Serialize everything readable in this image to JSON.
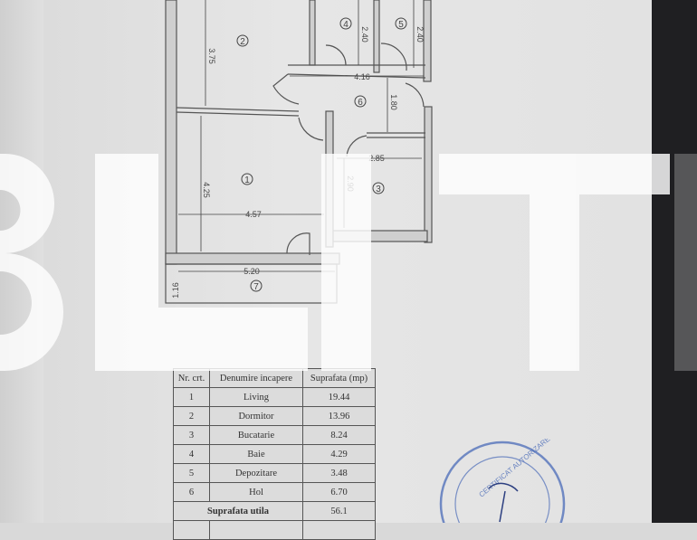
{
  "floor_plan": {
    "room_markers": [
      "1",
      "2",
      "3",
      "4",
      "5",
      "6",
      "7"
    ],
    "dimensions": [
      "3.75",
      "2.40",
      "2.40",
      "4.16",
      "1.80",
      "2.85",
      "2.90",
      "4.25",
      "4.57",
      "5.20",
      "1.16"
    ]
  },
  "table": {
    "headers": [
      "Nr. crt.",
      "Denumire incapere",
      "Suprafata (mp)"
    ],
    "rows": [
      {
        "nr": "1",
        "name": "Living",
        "area": "19.44"
      },
      {
        "nr": "2",
        "name": "Dormitor",
        "area": "13.96"
      },
      {
        "nr": "3",
        "name": "Bucatarie",
        "area": "8.24"
      },
      {
        "nr": "4",
        "name": "Baie",
        "area": "4.29"
      },
      {
        "nr": "5",
        "name": "Depozitare",
        "area": "3.48"
      },
      {
        "nr": "6",
        "name": "Hol",
        "area": "6.70"
      }
    ],
    "total_label": "Suprafata utila",
    "total_value": "56.1"
  },
  "stamp": {
    "text": "CERTIFICAT AUTORIZARE",
    "color": "#3c5fb0"
  },
  "watermark": {
    "text": "BLITZ",
    "color": "#ffffff"
  }
}
